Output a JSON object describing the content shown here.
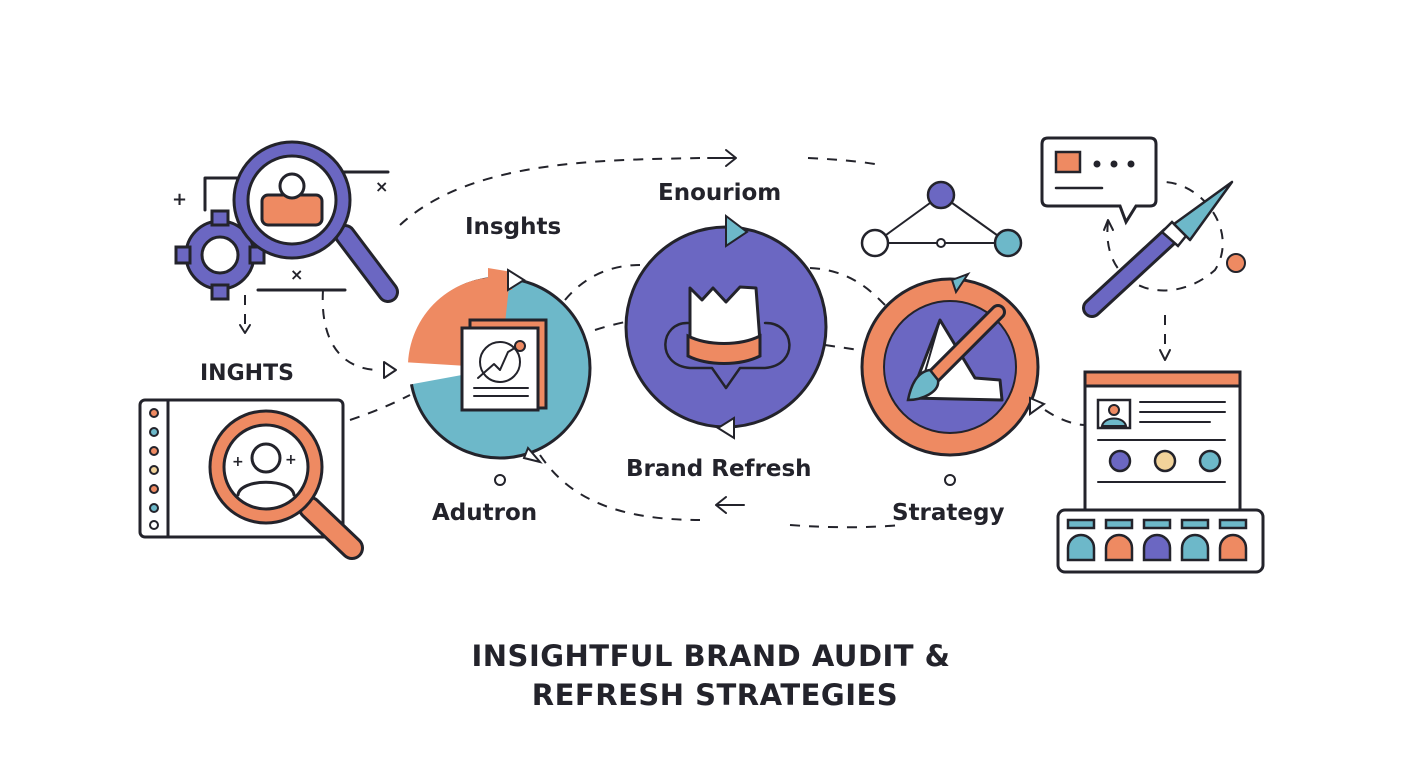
{
  "labels": {
    "insghts": "Insghts",
    "enouriom": "Enouriom",
    "inghts": "INGHTS",
    "brand_refresh": "Brand Refresh",
    "adutron": "Adutron",
    "strategy": "Strategy"
  },
  "title": {
    "line1": "INSIGHTFUL BRAND AUDIT &",
    "line2": "REFRESH STRATEGIES"
  },
  "colors": {
    "purple": "#6B67C2",
    "orange": "#EE8A62",
    "teal": "#6DB8C9",
    "ink": "#23232B"
  }
}
